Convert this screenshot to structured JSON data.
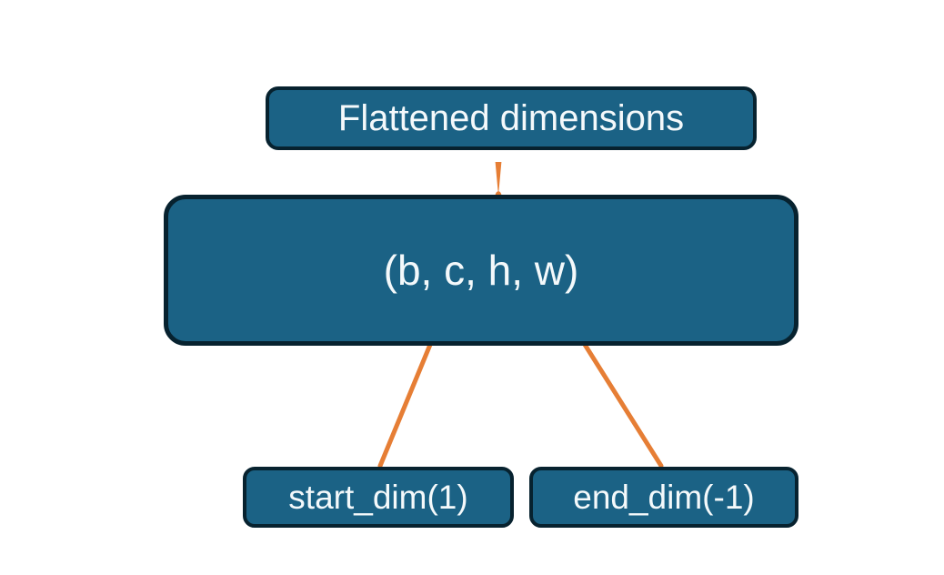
{
  "diagram": {
    "nodes": {
      "flattened": {
        "label": "Flattened dimensions"
      },
      "tensor": {
        "label": "(b, c, h, w)"
      },
      "start_dim": {
        "label": "start_dim(1)"
      },
      "end_dim": {
        "label": "end_dim(-1)"
      }
    },
    "connectors": {
      "brace": {
        "type": "curly-brace",
        "from": "Flattened dimensions",
        "spans": "c, h, w portion of (b, c, h, w)"
      },
      "arrow_start": {
        "type": "arrow",
        "from": "start_dim(1)",
        "points_to": "c in (b, c, h, w)"
      },
      "arrow_end": {
        "type": "arrow",
        "from": "end_dim(-1)",
        "points_to": "w in (b, c, h, w)"
      }
    }
  },
  "colors": {
    "background": "#ffffff",
    "node_fill": "#1b6285",
    "node_border": "#07222f",
    "node_text": "#f4f9fb",
    "accent_orange": "#e67e35"
  }
}
